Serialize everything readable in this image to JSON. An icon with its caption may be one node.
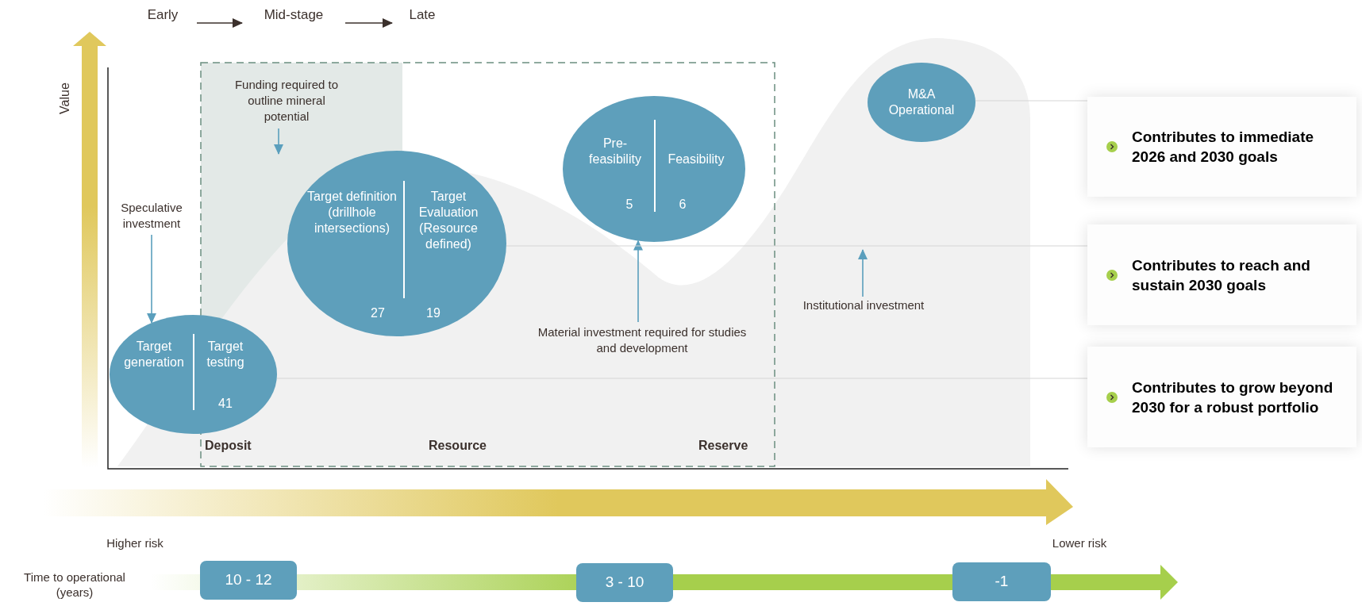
{
  "diagram": {
    "nodes": [
      {
        "text": [
          "Early"
        ]
      },
      {
        "text": [
          "Mid-stage"
        ]
      },
      {
        "text": [
          "Late"
        ]
      },
      {
        "text": [
          "Funding required to outline mineral potential"
        ]
      },
      {
        "text": [
          "M&A Operational"
        ]
      },
      {
        "text": [
          "Contributes to immediate 2026 and 2030 goals"
        ]
      },
      {
        "text": [
          "Pre-feasibility",
          "Feasibility",
          "5",
          "6"
        ]
      },
      {
        "text": [
          "Speculative investment"
        ]
      },
      {
        "text": [
          "Target definition (drillhole intersections)",
          "Target Evaluation (Resource defined)",
          "27",
          "19"
        ]
      },
      {
        "text": [
          "Contributes to reach and sustain 2030 goals"
        ]
      },
      {
        "text": [
          "Institutional investment"
        ]
      },
      {
        "text": [
          "Material investment required for studies and development"
        ]
      },
      {
        "text": [
          "Target generation",
          "Target testing",
          "41"
        ]
      },
      {
        "text": [
          "Contributes to grow beyond 2030 for a robust portfolio"
        ]
      },
      {
        "text": [
          "10 - 12"
        ]
      },
      {
        "text": [
          "3 - 10"
        ]
      },
      {
        "text": [
          "-1"
        ]
      }
    ],
    "edges": [
      {
        "from": 0,
        "to": 1,
        "arrow": "to",
        "color": "#3b302c"
      },
      {
        "from": 1,
        "to": 2,
        "arrow": "to",
        "color": "#3b302c"
      },
      {
        "from": 7,
        "to": 12,
        "arrow": "to"
      },
      {
        "from": 3,
        "to": 8,
        "arrow": "to"
      },
      {
        "from": 11,
        "to": 6,
        "arrow": "to"
      },
      {
        "from": 10,
        "to": null,
        "arrow": "to"
      },
      {
        "from": 4,
        "to": 5,
        "arrow": "none",
        "color": "#d6d6d6"
      },
      {
        "from": 8,
        "to": 9,
        "arrow": "none",
        "color": "#d6d6d6"
      },
      {
        "from": 12,
        "to": 13,
        "arrow": "none",
        "color": "#d6d6d6"
      }
    ],
    "labels": [
      "Value",
      "Deposit",
      "Resource",
      "Reserve",
      "Higher risk",
      "Lower risk",
      "Time to operational (years)"
    ]
  }
}
